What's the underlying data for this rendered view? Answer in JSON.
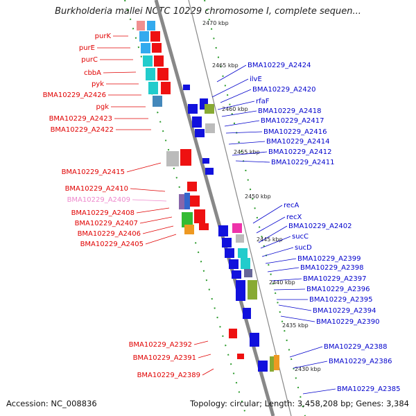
{
  "title": "Burkholderia mallei NCTC 10229 chromosome I, complete sequen...",
  "footer": {
    "accession": "Accession: NC_008836",
    "summary": "Topology: circular; Length: 3,458,208 bp; Genes: 3,384"
  },
  "ticks": [
    "2470 kbp",
    "2465 kbp",
    "2460 kbp",
    "2455 kbp",
    "2450 kbp",
    "2445 kbp",
    "2440 kbp",
    "2435 kbp",
    "2430 kbp"
  ],
  "left_labels": [
    {
      "text": "purK",
      "color": "red"
    },
    {
      "text": "purE",
      "color": "red"
    },
    {
      "text": "purC",
      "color": "red"
    },
    {
      "text": "cbbA",
      "color": "red"
    },
    {
      "text": "pyk",
      "color": "red"
    },
    {
      "text": "BMA10229_A2426",
      "color": "red"
    },
    {
      "text": "pgk",
      "color": "red"
    },
    {
      "text": "BMA10229_A2423",
      "color": "red"
    },
    {
      "text": "BMA10229_A2422",
      "color": "red"
    },
    {
      "text": "BMA10229_A2415",
      "color": "red"
    },
    {
      "text": "BMA10229_A2410",
      "color": "red"
    },
    {
      "text": "BMA10229_A2409",
      "color": "pink"
    },
    {
      "text": "BMA10229_A2408",
      "color": "red"
    },
    {
      "text": "BMA10229_A2407",
      "color": "red"
    },
    {
      "text": "BMA10229_A2406",
      "color": "red"
    },
    {
      "text": "BMA10229_A2405",
      "color": "red"
    },
    {
      "text": "BMA10229_A2392",
      "color": "red"
    },
    {
      "text": "BMA10229_A2391",
      "color": "red"
    },
    {
      "text": "BMA10229_A2389",
      "color": "red"
    }
  ],
  "right_labels": [
    {
      "text": "BMA10229_A2424",
      "color": "blue"
    },
    {
      "text": "ilvE",
      "color": "blue"
    },
    {
      "text": "BMA10229_A2420",
      "color": "blue"
    },
    {
      "text": "rfaF",
      "color": "blue"
    },
    {
      "text": "BMA10229_A2418",
      "color": "blue"
    },
    {
      "text": "BMA10229_A2417",
      "color": "blue"
    },
    {
      "text": "BMA10229_A2416",
      "color": "blue"
    },
    {
      "text": "BMA10229_A2414",
      "color": "blue"
    },
    {
      "text": "BMA10229_A2412",
      "color": "blue"
    },
    {
      "text": "BMA10229_A2411",
      "color": "blue"
    },
    {
      "text": "recA",
      "color": "blue"
    },
    {
      "text": "recX",
      "color": "blue"
    },
    {
      "text": "BMA10229_A2402",
      "color": "blue"
    },
    {
      "text": "sucC",
      "color": "blue"
    },
    {
      "text": "sucD",
      "color": "blue"
    },
    {
      "text": "BMA10229_A2399",
      "color": "blue"
    },
    {
      "text": "BMA10229_A2398",
      "color": "blue"
    },
    {
      "text": "BMA10229_A2397",
      "color": "blue"
    },
    {
      "text": "BMA10229_A2396",
      "color": "blue"
    },
    {
      "text": "BMA10229_A2395",
      "color": "blue"
    },
    {
      "text": "BMA10229_A2394",
      "color": "blue"
    },
    {
      "text": "BMA10229_A2390",
      "color": "blue"
    },
    {
      "text": "BMA10229_A2388",
      "color": "blue"
    },
    {
      "text": "BMA10229_A2386",
      "color": "blue"
    },
    {
      "text": "BMA10229_A2385",
      "color": "blue"
    }
  ],
  "colors": {
    "forward": "#ee1111",
    "reverse": "#1111dd",
    "backbone": "#888888",
    "tick_dots": "#2a9a2a"
  }
}
